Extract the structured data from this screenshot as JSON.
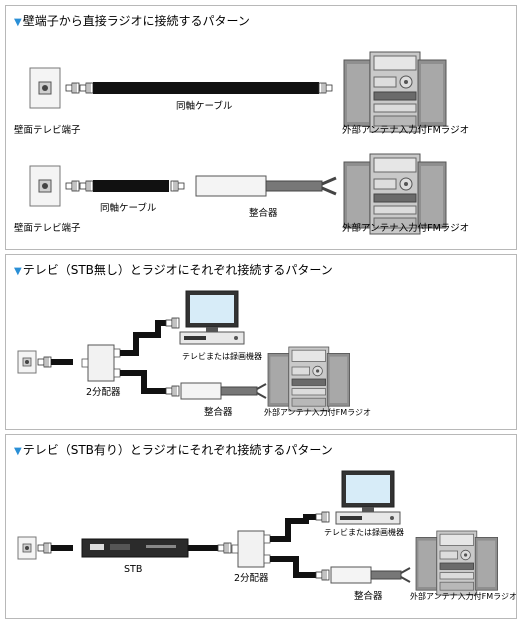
{
  "panels": [
    {
      "title": "壁端子から直接ラジオに接続するパターン",
      "labels": {
        "wall_outlet_1": "壁面テレビ端子",
        "coax_cable_1": "同軸ケーブル",
        "radio_1": "外部アンテナ入力付FMラジオ",
        "wall_outlet_2": "壁面テレビ端子",
        "coax_cable_2": "同軸ケーブル",
        "matcher": "整合器",
        "radio_2": "外部アンテナ入力付FMラジオ"
      }
    },
    {
      "title": "テレビ（STB無し）とラジオにそれぞれ接続するパターン",
      "labels": {
        "tv": "テレビまたは録画機器",
        "splitter": "2分配器",
        "matcher": "整合器",
        "radio": "外部アンテナ入力付FMラジオ"
      }
    },
    {
      "title": "テレビ（STB有り）とラジオにそれぞれ接続するパターン",
      "labels": {
        "stb": "STB",
        "tv": "テレビまたは録画機器",
        "splitter": "2分配器",
        "matcher": "整合器",
        "radio": "外部アンテナ入力付FMラジオ"
      }
    }
  ],
  "colors": {
    "accent_triangle": "#2a8fd6",
    "cable": "#111111",
    "panel_border": "#b8b8b8"
  }
}
